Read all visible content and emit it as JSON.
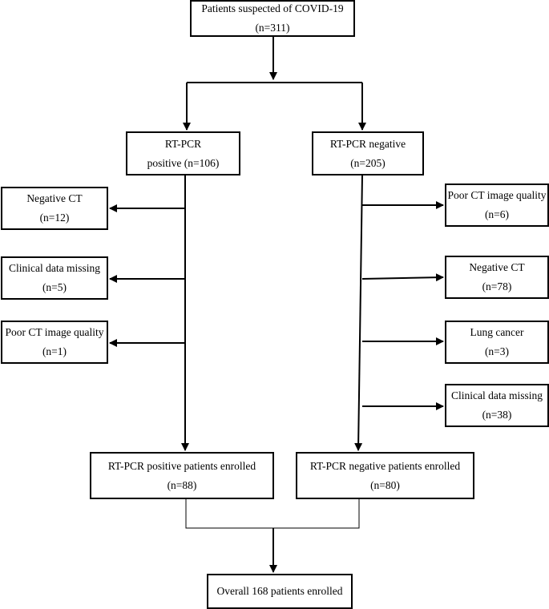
{
  "boxes": {
    "start": {
      "line1": "Patients suspected of COVID-19",
      "line2": "(n=311)"
    },
    "pcr_pos": {
      "line1": "RT-PCR",
      "line2": "positive (n=106)"
    },
    "pcr_neg": {
      "line1": "RT-PCR negative",
      "line2": "(n=205)"
    },
    "pos_excl_1": {
      "line1": "Negative CT",
      "line2": "(n=12)"
    },
    "pos_excl_2": {
      "line1": "Clinical data missing",
      "line2": "(n=5)"
    },
    "pos_excl_3": {
      "line1": "Poor CT image quality",
      "line2": "(n=1)"
    },
    "neg_excl_1": {
      "line1": "Poor CT image quality",
      "line2": "(n=6)"
    },
    "neg_excl_2": {
      "line1": "Negative CT",
      "line2": "(n=78)"
    },
    "neg_excl_3": {
      "line1": "Lung cancer",
      "line2": "(n=3)"
    },
    "neg_excl_4": {
      "line1": "Clinical data missing",
      "line2": "(n=38)"
    },
    "pos_enrolled": {
      "line1": "RT-PCR positive patients enrolled",
      "line2": "(n=88)"
    },
    "neg_enrolled": {
      "line1": "RT-PCR negative patients enrolled",
      "line2": "(n=80)"
    },
    "overall": {
      "line1": "Overall 168 patients enrolled",
      "line2": ""
    }
  }
}
